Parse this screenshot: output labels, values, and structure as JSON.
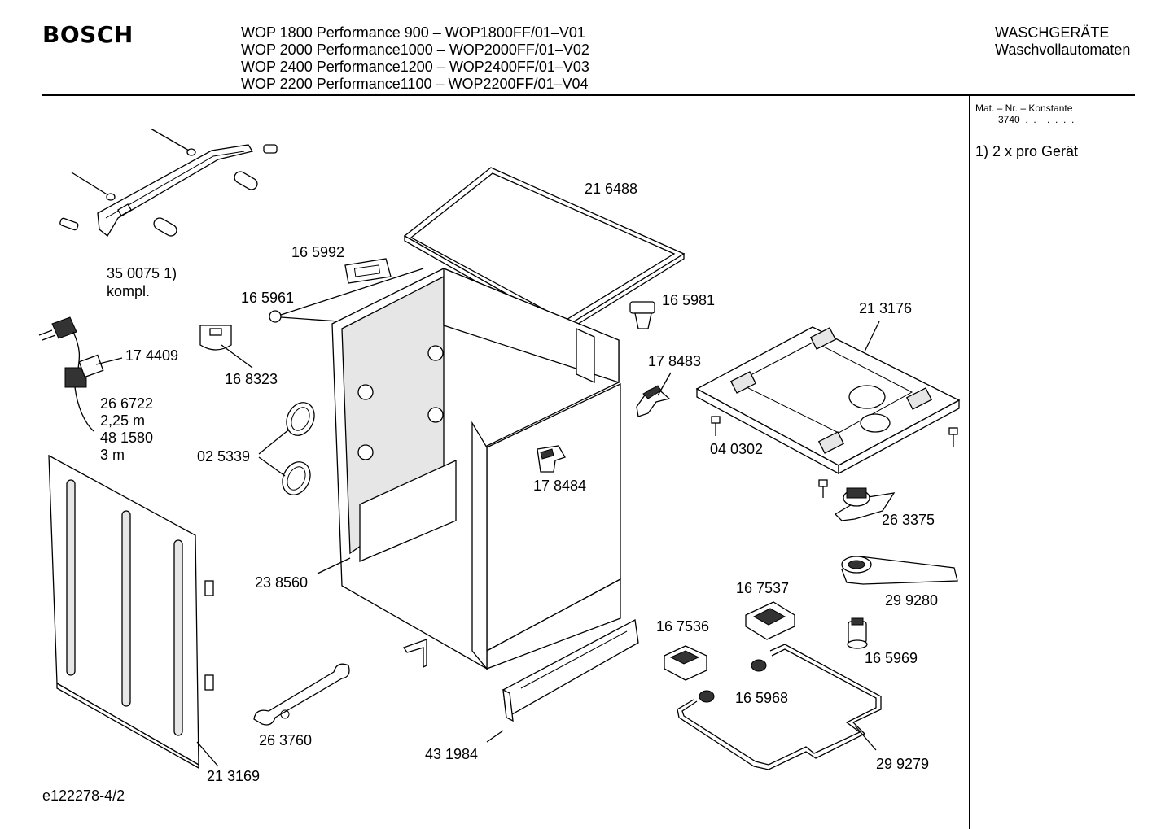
{
  "header": {
    "brand": "BOSCH",
    "models": [
      "WOP 1800 Performance 900 – WOP1800FF/01–V01",
      "WOP 2000 Performance1000 – WOP2000FF/01–V02",
      "WOP 2400 Performance1200 – WOP2400FF/01–V03",
      "WOP 2200 Performance1100 – WOP2200FF/01–V04"
    ],
    "category_line1": "WASCHGERÄTE",
    "category_line2": "Waschvollautomaten"
  },
  "sidebar": {
    "mat_label": "Mat. – Nr. – Konstante",
    "mat_value": "3740  .  .    .  .  .  .",
    "note": "1)  2 x pro Gerät"
  },
  "parts": {
    "p350075": "35 0075 1)",
    "p350075_sub": "kompl.",
    "p165992": "16 5992",
    "p165961": "16 5961",
    "p216488": "21 6488",
    "p165981": "16 5981",
    "p213176": "21 3176",
    "p174409": "17 4409",
    "p168323": "16 8323",
    "p178483": "17 8483",
    "p266722": "26 6722",
    "p266722_len": "2,25 m",
    "p481580": "48 1580",
    "p481580_len": "3 m",
    "p025339": "02 5339",
    "p040302": "04 0302",
    "p178484": "17 8484",
    "p263375": "26 3375",
    "p238560": "23 8560",
    "p167537": "16 7537",
    "p299280": "29 9280",
    "p167536": "16 7536",
    "p165969": "16 5969",
    "p165968": "16 5968",
    "p263760": "26 3760",
    "p431984": "43 1984",
    "p299279": "29 9279",
    "p213169": "21 3169"
  },
  "footer": {
    "drawing_ref": "e122278-4/2"
  }
}
